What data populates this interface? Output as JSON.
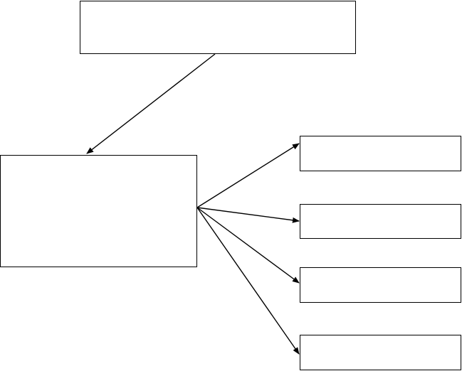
{
  "diagram": {
    "line_color": "#000000",
    "box_border_color": "#000000",
    "background": "#ffffff",
    "nodes": {
      "top": {
        "text": ""
      },
      "center": {
        "text": ""
      },
      "right_1": {
        "text": ""
      },
      "right_2": {
        "text": ""
      },
      "right_3": {
        "text": ""
      },
      "right_4": {
        "text": ""
      }
    },
    "edges": [
      {
        "from": "top",
        "to": "center"
      },
      {
        "from": "center",
        "to": "right_1"
      },
      {
        "from": "center",
        "to": "right_2"
      },
      {
        "from": "center",
        "to": "right_3"
      },
      {
        "from": "center",
        "to": "right_4"
      }
    ]
  }
}
